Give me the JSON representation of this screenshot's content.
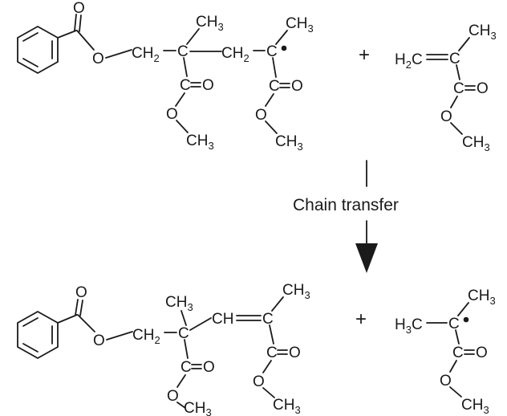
{
  "reaction": {
    "label": "Chain transfer",
    "plus_sign": "+",
    "atoms": {
      "O": "O",
      "C": "C",
      "H": "H",
      "CH": "CH",
      "two": "2",
      "three": "3"
    }
  }
}
